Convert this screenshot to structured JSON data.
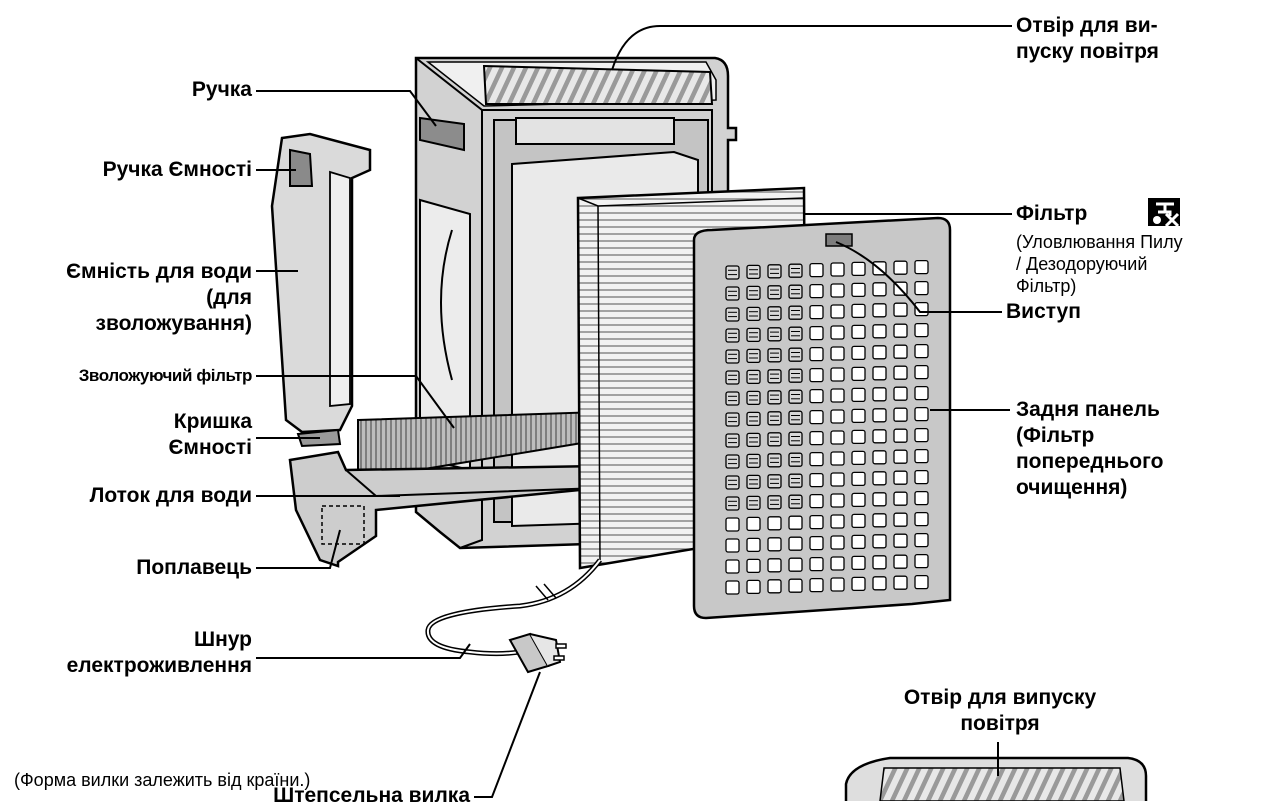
{
  "labels": {
    "handle": "Ручка",
    "tank_handle": "Ручка Ємності",
    "water_tank_l1": "Ємність для води",
    "water_tank_l2": "(для",
    "water_tank_l3": "зволожування)",
    "humidifying_filter": "Зволожуючий фільтр",
    "tank_cap_l1": "Кришка",
    "tank_cap_l2": "Ємності",
    "water_tray": "Лоток для води",
    "float": "Поплавець",
    "power_cord_l1": "Шнур",
    "power_cord_l2": "електроживлення",
    "plug": "Штепсельна вилка",
    "plug_note": "(Форма вилки залежить від країни.)",
    "air_outlet_top_l1": "Отвір для ви-",
    "air_outlet_top_l2": "пуску повітря",
    "filter": "Фільтр",
    "filter_sub_l1": "(Уловлювання Пилу",
    "filter_sub_l2": "/ Дезодоруючий",
    "filter_sub_l3": "Фільтр)",
    "tab": "Виступ",
    "back_panel_l1": "Задня панель",
    "back_panel_l2": "(Фільтр",
    "back_panel_l3": "попереднього",
    "back_panel_l4": "очищення)",
    "air_outlet_bottom_l1": "Отвір для випуску",
    "air_outlet_bottom_l2": "повітря"
  },
  "icons": {
    "filter_badge": "no-wash-filter-icon"
  }
}
